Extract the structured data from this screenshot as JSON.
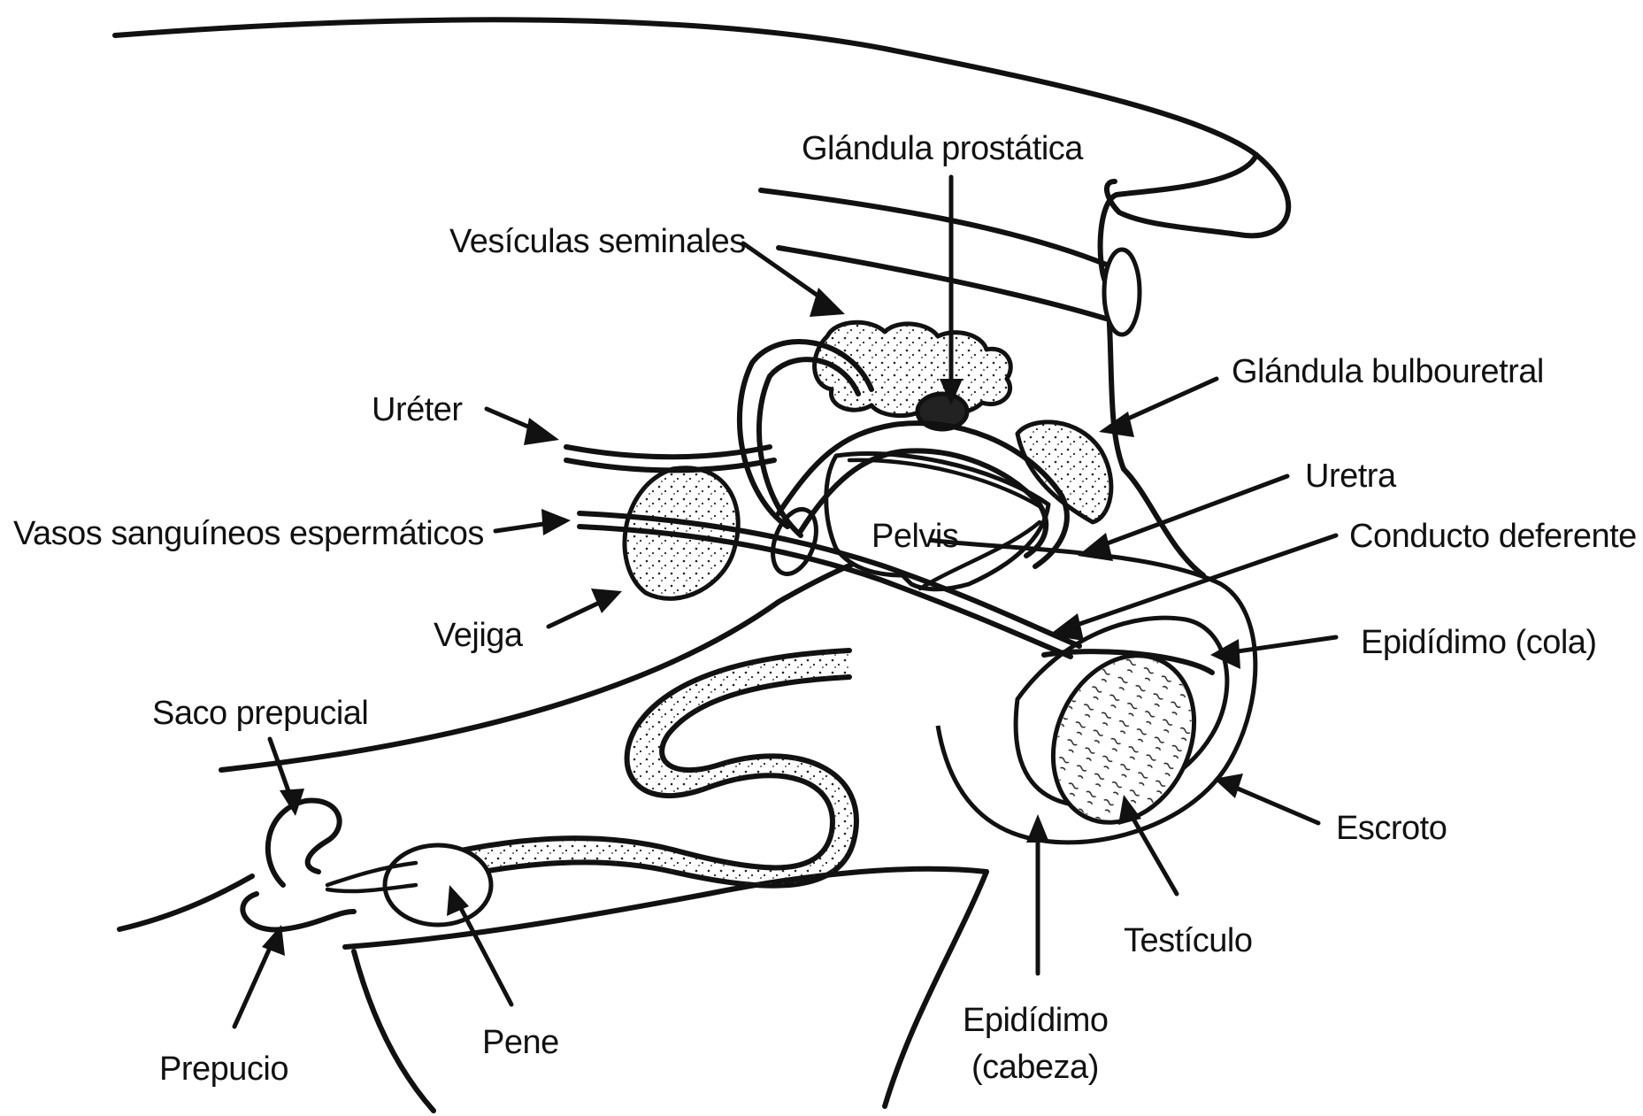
{
  "diagram": {
    "labels": {
      "glandula_prostatica": "Glándula prostática",
      "vesiculas_seminales": "Vesículas seminales",
      "glandula_bulbouretral": "Glándula bulbouretral",
      "ureter": "Uréter",
      "uretra": "Uretra",
      "vasos_sanguineos": "Vasos sanguíneos espermáticos",
      "conducto_deferente": "Conducto deferente",
      "pelvis": "Pelvis",
      "vejiga": "Vejiga",
      "epididimo_cola": "Epidídimo (cola)",
      "saco_prepucial": "Saco prepucial",
      "escroto": "Escroto",
      "testiculo": "Testículo",
      "epididimo_cabeza_1": "Epidídimo",
      "epididimo_cabeza_2": "(cabeza)",
      "pene": "Pene",
      "prepucio": "Prepucio"
    },
    "colors": {
      "line": "#111111",
      "background": "#ffffff"
    }
  }
}
